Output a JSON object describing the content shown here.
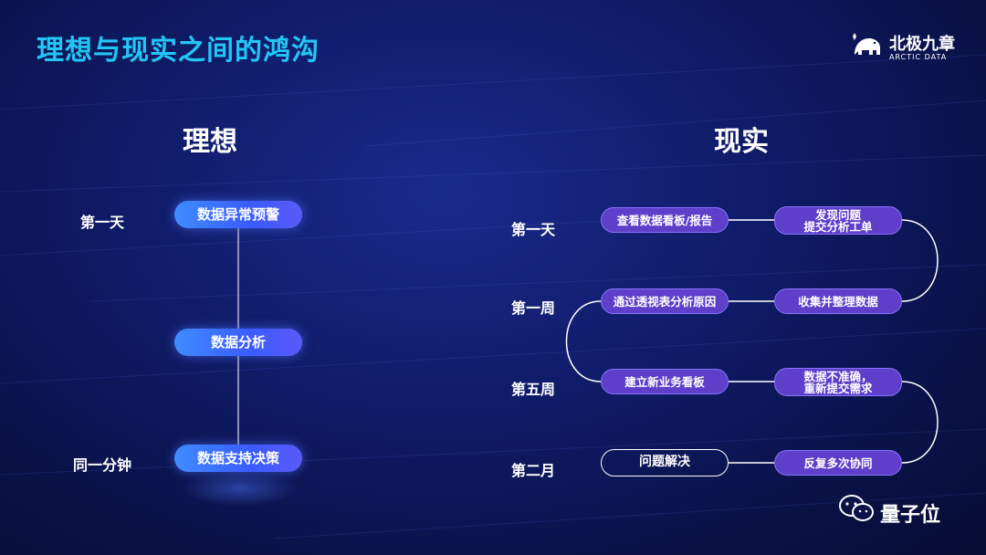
{
  "title": "理想与现实之间的鸿沟",
  "logo": {
    "name_cn": "北极九章",
    "name_en": "ARCTIC DATA"
  },
  "ideal": {
    "heading": "理想",
    "labels": [
      "第一天",
      "同一分钟"
    ],
    "steps": [
      "数据异常预警",
      "数据分析",
      "数据支持决策"
    ]
  },
  "reality": {
    "heading": "现实",
    "labels": [
      "第一天",
      "第一周",
      "第五周",
      "第二月"
    ],
    "left_column": [
      "查看数据看板/报告",
      "通过透视表分析原因",
      "建立新业务看板",
      "问题解决"
    ],
    "right_column": [
      {
        "line1": "发现问题",
        "line2": "提交分析工单"
      },
      {
        "line1": "收集并整理数据",
        "line2": ""
      },
      {
        "line1": "数据不准确，",
        "line2": "重新提交需求"
      },
      {
        "line1": "反复多次协同",
        "line2": ""
      }
    ]
  },
  "watermark": {
    "text": "量子位"
  },
  "colors": {
    "title": "#22c6f5",
    "pill_purple": "#5d3fc9",
    "pill_blue": "#3a5bff",
    "connector": "#ffffff"
  }
}
